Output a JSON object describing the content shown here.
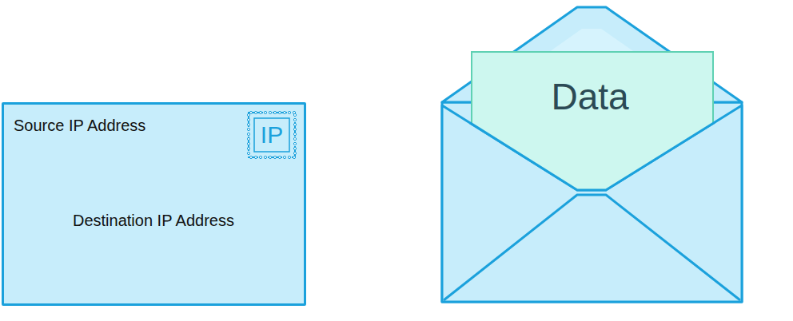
{
  "diagram": {
    "nodes": [
      {
        "text": [
          "Source IP Address",
          "Destination IP Address"
        ]
      },
      {
        "text": [
          "IP"
        ],
        "in": 0
      },
      {
        "text": [
          "Data"
        ]
      }
    ]
  }
}
